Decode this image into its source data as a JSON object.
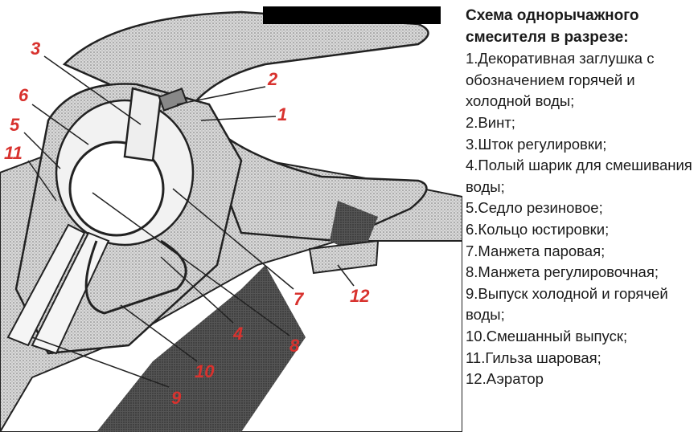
{
  "diagram": {
    "labels": [
      "1",
      "2",
      "3",
      "4",
      "5",
      "6",
      "7",
      "8",
      "9",
      "10",
      "11",
      "12"
    ],
    "colors": {
      "label": "#d8322e",
      "ink": "#1a1a1a",
      "shade": "#8a8a8a"
    }
  },
  "legend": {
    "title": "Схема однорычажного смесителя в разрезе:",
    "items": [
      "1.Декоративная заглушка с обозначением горячей и холодной воды;",
      "2.Винт;",
      "3.Шток регулировки;",
      "4.Полый шарик для смешивания воды;",
      "5.Седло резиновое;",
      "6.Кольцо юстировки;",
      "7.Манжета паровая;",
      "8.Манжета регулировочная;",
      "9.Выпуск холодной и горячей воды;",
      "10.Смешанный выпуск;",
      "11.Гильза шаровая;",
      "12.Аэратор"
    ]
  }
}
